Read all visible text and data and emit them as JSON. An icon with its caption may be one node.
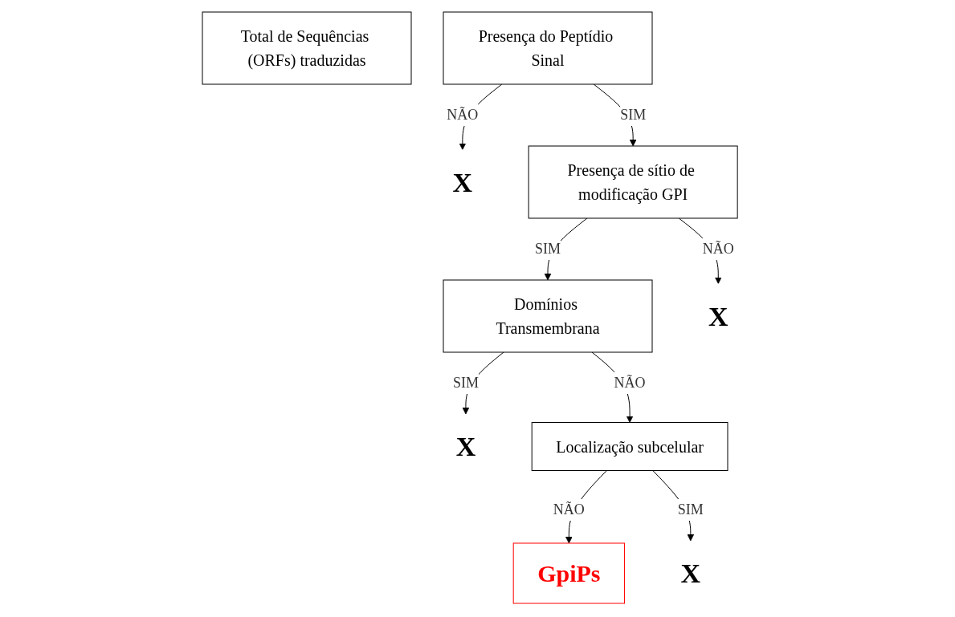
{
  "diagram": {
    "nodes": [
      {
        "text": [
          "Total de Sequências (ORFs) traduzidas"
        ]
      },
      {
        "text": [
          "Presença do Peptídio Sinal"
        ]
      },
      {
        "text": [
          "X"
        ]
      },
      {
        "text": [
          "Presença de sítio de modificação GPI"
        ]
      },
      {
        "text": [
          "Domínios Transmembrana"
        ]
      },
      {
        "text": [
          "X"
        ]
      },
      {
        "text": [
          "X"
        ]
      },
      {
        "text": [
          "Localização subcelular"
        ]
      },
      {
        "text": [
          "GpiPs"
        ]
      },
      {
        "text": [
          "X"
        ]
      }
    ],
    "edges": [
      {
        "from": 1,
        "to": 2,
        "arrow": "to",
        "label": "NÃO"
      },
      {
        "from": 1,
        "to": 3,
        "arrow": "to",
        "label": "SIM"
      },
      {
        "from": 3,
        "to": 4,
        "arrow": "to",
        "label": "SIM"
      },
      {
        "from": 3,
        "to": 5,
        "arrow": "to",
        "label": "NÃO"
      },
      {
        "from": 4,
        "to": 6,
        "arrow": "to",
        "label": "SIM"
      },
      {
        "from": 4,
        "to": 7,
        "arrow": "to",
        "label": "NÃO"
      },
      {
        "from": 7,
        "to": 8,
        "arrow": "to",
        "label": "NÃO"
      },
      {
        "from": 7,
        "to": 9,
        "arrow": "to",
        "label": "SIM"
      }
    ]
  }
}
